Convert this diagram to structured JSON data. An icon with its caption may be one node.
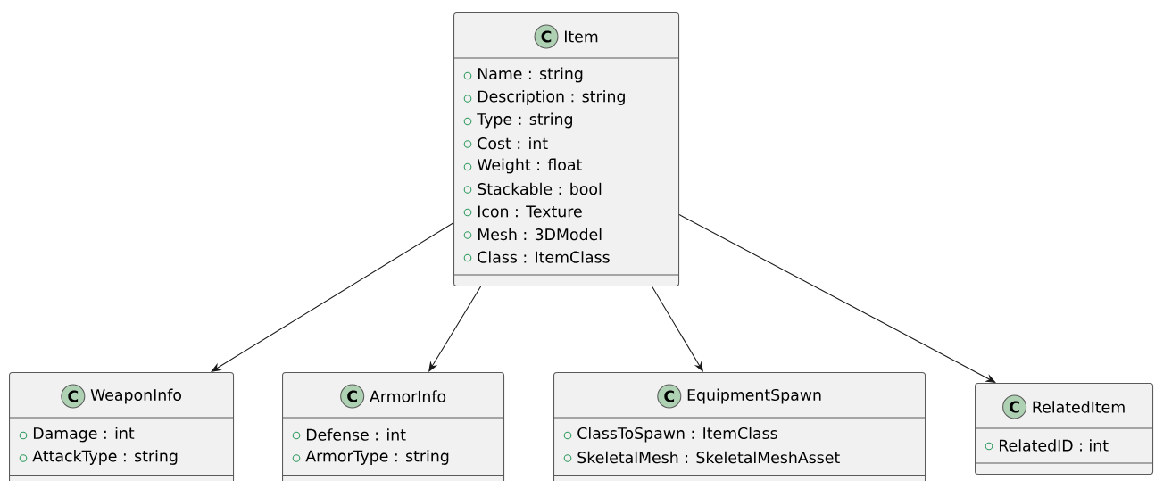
{
  "diagram": {
    "nodes": [
      {
        "text": [
          "C",
          "Item",
          "Name : string",
          "Description : string",
          "Type : string",
          "Cost : int",
          "Weight : float",
          "Stackable : bool",
          "Icon : Texture",
          "Mesh : 3DModel",
          "Class : ItemClass"
        ]
      },
      {
        "text": [
          "C",
          "WeaponInfo",
          "Damage : int",
          "AttackType : string"
        ]
      },
      {
        "text": [
          "C",
          "ArmorInfo",
          "Defense : int",
          "ArmorType : string"
        ]
      },
      {
        "text": [
          "C",
          "EquipmentSpawn",
          "ClassToSpawn : ItemClass",
          "SkeletalMesh : SkeletalMeshAsset"
        ]
      },
      {
        "text": [
          "C",
          "RelatedItem",
          "RelatedID : int"
        ]
      }
    ],
    "edges": [
      {
        "from": 0,
        "to": 1,
        "arrow": "to"
      },
      {
        "from": 0,
        "to": 2,
        "arrow": "to"
      },
      {
        "from": 0,
        "to": 3,
        "arrow": "to"
      },
      {
        "from": 0,
        "to": 4,
        "arrow": "to"
      }
    ]
  }
}
